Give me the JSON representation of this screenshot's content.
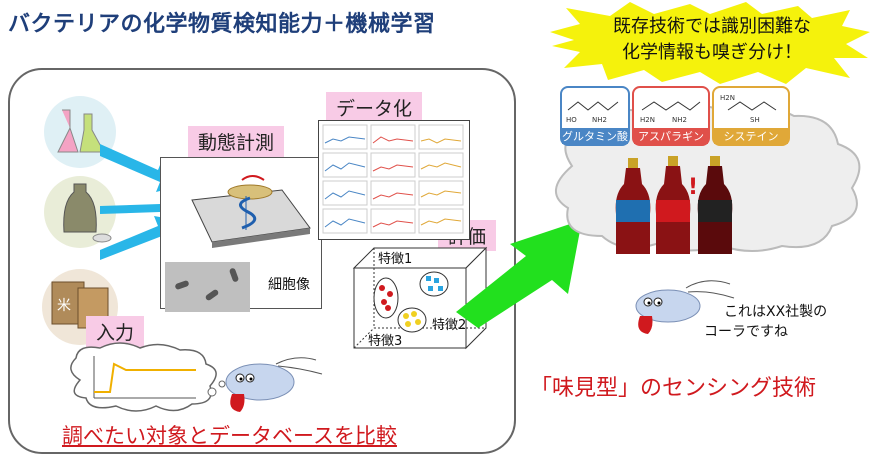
{
  "title": "バクテリアの化学物質検知能力＋機械学習",
  "labels": {
    "dynamic_measure": "動態計測",
    "data_conversion": "データ化",
    "evaluation": "評価",
    "input": "入力",
    "cell_image": "細胞像",
    "feature1": "特徴1",
    "feature2": "特徴2",
    "feature3": "特徴3"
  },
  "bottom_caption": "調べたい対象とデータベースを比較",
  "burst_lines": [
    "既存技術では識別困難な",
    "化学情報も嗅ぎ分け！"
  ],
  "chemicals": [
    {
      "name": "グルタミン酸",
      "color": "#4a86c5"
    },
    {
      "name": "アスパラギン",
      "color": "#e0504a"
    },
    {
      "name": "システイン",
      "color": "#e0a838"
    }
  ],
  "speech_lines": [
    "これはXX社製の",
    "コーラですね"
  ],
  "sensing_label": "「味見型」のセンシング技術",
  "colors": {
    "title": "#1f3f7a",
    "pink": "#f8cbe6",
    "red_text": "#d0191e",
    "arrow_blue": "#29b6e8",
    "arrow_green": "#22e01e",
    "burst_yellow": "#f5f20c"
  }
}
